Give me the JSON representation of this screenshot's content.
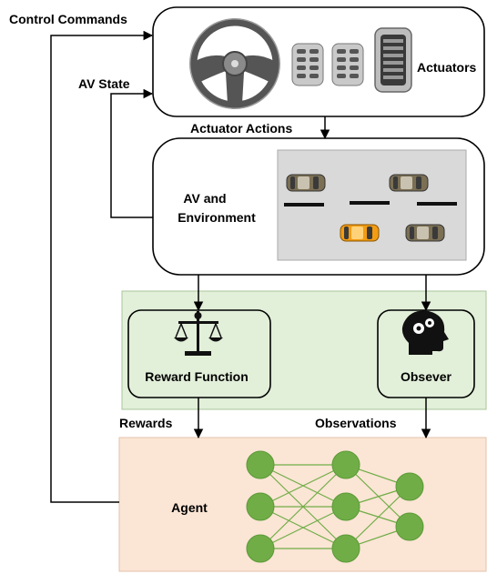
{
  "labels": {
    "control_commands": "Control Commands",
    "av_state": "AV State",
    "actuators": "Actuators",
    "actuator_actions": "Actuator Actions",
    "av_env_line1": "AV and",
    "av_env_line2": "Environment",
    "reward_function": "Reward Function",
    "observer": "Obsever",
    "rewards": "Rewards",
    "observations": "Observations",
    "agent": "Agent"
  },
  "colors": {
    "observer_panel_fill": "#e2efd9",
    "agent_panel_fill": "#fbe5d5",
    "road_fill": "#d9d9d9",
    "node_fill": "#70ad47",
    "ego_car": "#f39c12",
    "other_car": "#7b6f54"
  },
  "icons": {
    "steering": "steering-wheel-icon",
    "pedals": "pedal-icon",
    "reward": "scales-icon",
    "observer": "head-gears-icon"
  },
  "network": {
    "layers": [
      3,
      3,
      2
    ]
  }
}
